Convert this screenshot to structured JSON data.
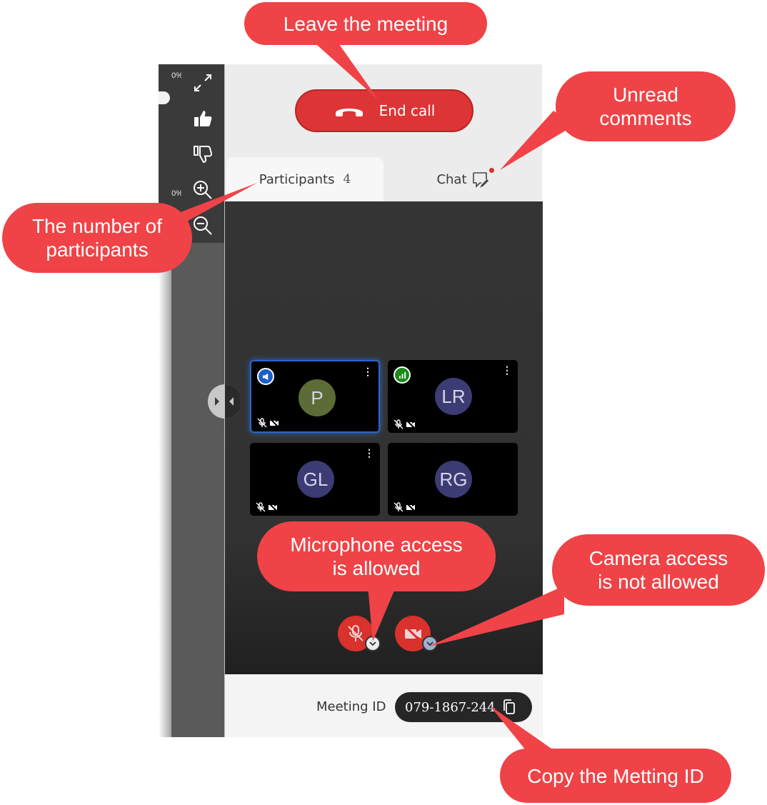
{
  "viewer": {
    "zoom_top": "0%",
    "zoom_mid": "0%"
  },
  "toolbar": {
    "icons": [
      "fullscreen-icon",
      "thumbs-up-icon",
      "thumbs-down-icon",
      "zoom-in-icon",
      "zoom-out-icon"
    ]
  },
  "panel": {
    "end_call_label": "End call",
    "tabs": {
      "participants_label": "Participants",
      "participants_count": "4",
      "chat_label": "Chat",
      "chat_unread": true
    },
    "participants": [
      {
        "initials": "P",
        "avatar_color": "#5d6b37",
        "status": "speaking",
        "status_color": "#1a5fc8",
        "mic": "muted",
        "camera": "off",
        "has_menu": true
      },
      {
        "initials": "LR",
        "avatar_color": "#3c3b73",
        "status": "connected",
        "status_color": "#1a8a1a",
        "mic": "muted",
        "camera": "off",
        "has_menu": true
      },
      {
        "initials": "GL",
        "avatar_color": "#3c3b73",
        "status": "",
        "mic": "muted",
        "camera": "off",
        "has_menu": true
      },
      {
        "initials": "RG",
        "avatar_color": "#3c3b73",
        "status": "",
        "mic": "muted",
        "camera": "off",
        "has_menu": false
      }
    ],
    "controls": {
      "mic": "muted",
      "camera": "off"
    },
    "meeting_id_label": "Meeting ID",
    "meeting_id": "079-1867-244"
  },
  "callouts": {
    "leave": "Leave the meeting",
    "unread": "Unread\ncomments",
    "participants": "The number of\nparticipants",
    "mic": "Microphone access\nis allowed",
    "camera": "Camera access\nis not allowed",
    "copy": "Copy the Metting ID"
  },
  "colors": {
    "callout": "#ef4347",
    "end_call": "#dd3535",
    "control": "#d9312b"
  }
}
